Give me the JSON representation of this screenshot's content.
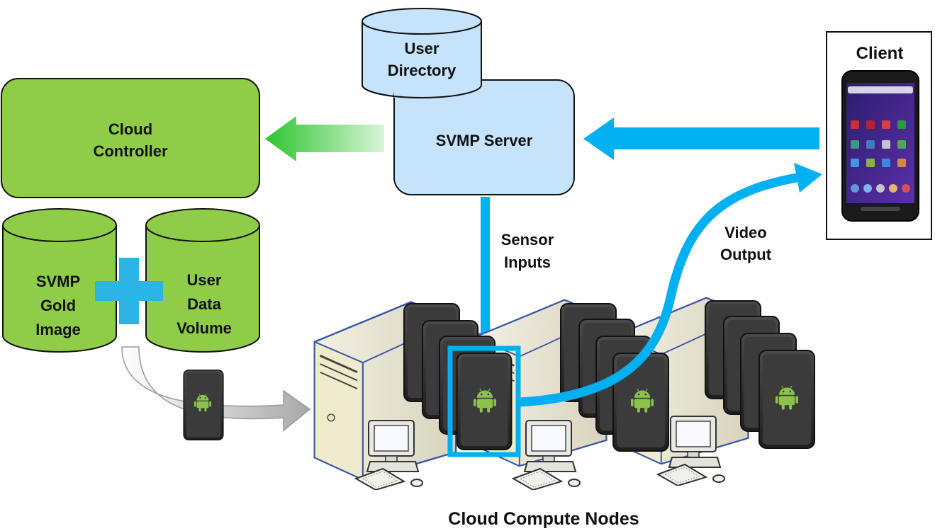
{
  "labels": {
    "user_directory_line1": "User",
    "user_directory_line2": "Directory",
    "svmp_server": "SVMP Server",
    "cloud_controller_line1": "Cloud",
    "cloud_controller_line2": "Controller",
    "client": "Client",
    "gold_image_line1": "SVMP",
    "gold_image_line2": "Gold",
    "gold_image_line3": "Image",
    "user_data_line1": "User",
    "user_data_line2": "Data",
    "user_data_line3": "Volume",
    "sensor_inputs_line1": "Sensor",
    "sensor_inputs_line2": "Inputs",
    "video_output_line1": "Video",
    "video_output_line2": "Output",
    "cloud_compute_nodes": "Cloud Compute Nodes"
  },
  "colors": {
    "green_fill": "#8fcc47",
    "green_arrow": "#3fd23f",
    "blue_fill": "#c5e3fb",
    "cyan_arrow": "#00b0f0",
    "device_dark": "#3a3a3a",
    "android_green": "#8bc34a"
  },
  "icons": [
    "android-icon",
    "computer-icon",
    "server-tower-icon",
    "smartphone-icon",
    "plus-icon"
  ]
}
